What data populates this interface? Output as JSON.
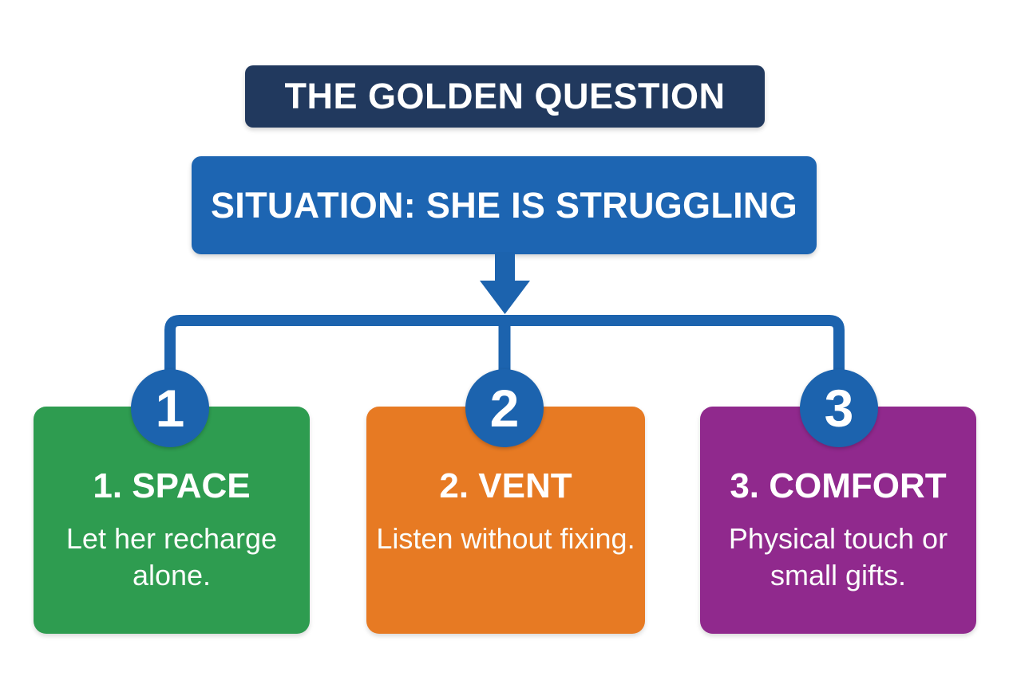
{
  "header": {
    "title": "THE GOLDEN QUESTION",
    "situation": "SITUATION: SHE IS STRUGGLING"
  },
  "branches": [
    {
      "number": "1",
      "heading": "1. SPACE",
      "description": "Let her recharge alone.",
      "color": "#2e9c50"
    },
    {
      "number": "2",
      "heading": "2. VENT",
      "description": "Listen without fixing.",
      "color": "#e77a23"
    },
    {
      "number": "3",
      "heading": "3. COMFORT",
      "description": "Physical touch or small gifts.",
      "color": "#90298d"
    }
  ],
  "colors": {
    "title_box": "#21395e",
    "situation_box": "#1d65b2",
    "connector": "#1c63ae",
    "circle": "#1c63ae",
    "text": "#ffffff",
    "background": "#ffffff"
  }
}
